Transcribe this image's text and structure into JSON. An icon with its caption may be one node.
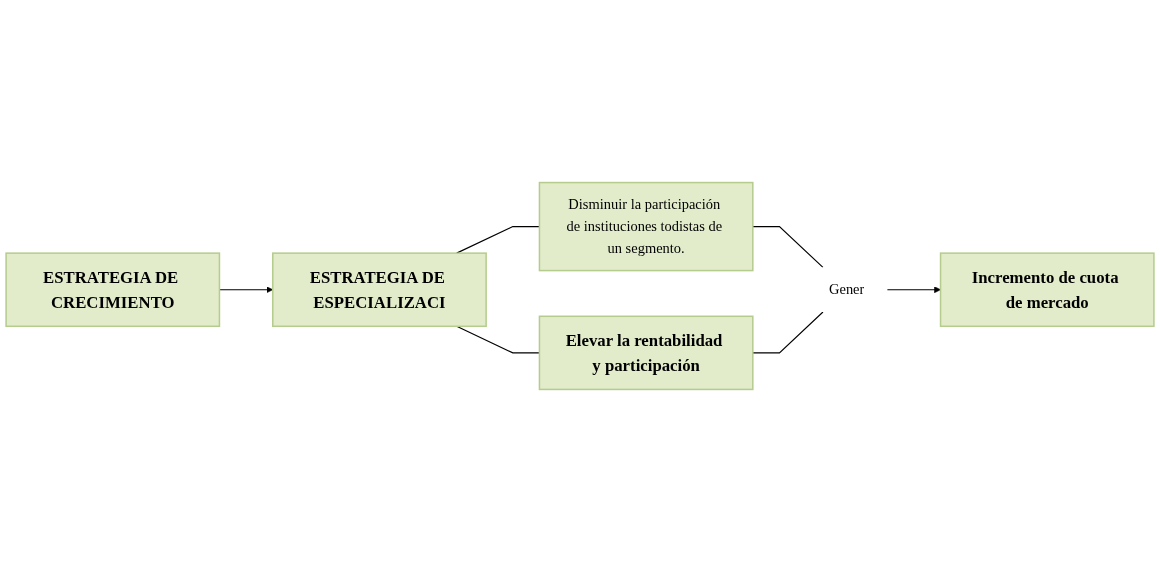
{
  "diagram": {
    "nodes": [
      {
        "text": [
          "ESTRATEGIA DE CRECIMIENTO"
        ]
      },
      {
        "text": [
          "Disminuir la participación de instituciones todistas de un segmento."
        ]
      },
      {
        "text": [
          "ESTRATEGIA DE ESPECIALIZACI"
        ]
      },
      {
        "text": [
          "Gener"
        ]
      },
      {
        "text": [
          "Incremento de cuota de mercado"
        ]
      },
      {
        "text": [
          "Elevar la rentabilidad y participación"
        ]
      }
    ],
    "edges": [
      {
        "from": 0,
        "to": 2,
        "arrow": "to"
      },
      {
        "from": 2,
        "to": 1,
        "arrow": "none"
      },
      {
        "from": 2,
        "to": 5,
        "arrow": "none"
      },
      {
        "from": 1,
        "to": 3,
        "arrow": "none"
      },
      {
        "from": 5,
        "to": 3,
        "arrow": "none"
      },
      {
        "from": 3,
        "to": 4,
        "arrow": "to"
      }
    ]
  }
}
